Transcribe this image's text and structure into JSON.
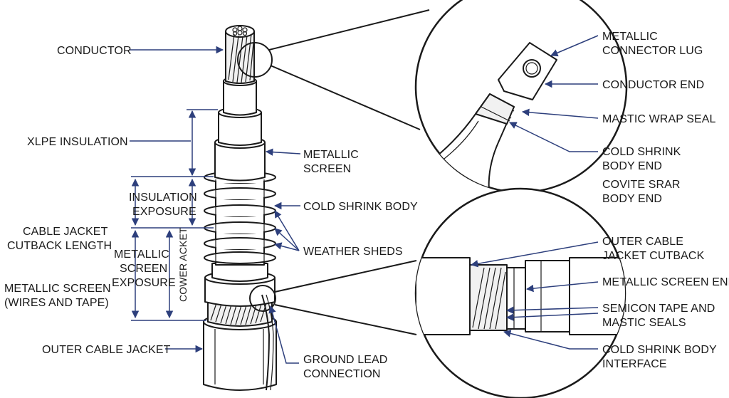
{
  "labels": {
    "conductor": "CONDUCTOR",
    "xlpe_insulation": "XLPE INSULATION",
    "insulation_exposure_1": "INSULATION",
    "insulation_exposure_2": "EXPOSURE",
    "cable_jacket_cutback_1": "CABLE JACKET",
    "cable_jacket_cutback_2": "CUTBACK LENGTH",
    "metallic_screen_exposure_1": "METALLIC",
    "metallic_screen_exposure_2": "SCREEN",
    "metallic_screen_exposure_3": "EXPOSURE",
    "metallic_screen_wires_1": "METALLIC SCREEN",
    "metallic_screen_wires_2": "(WIRES AND TAPE)",
    "outer_cable_jacket": "OUTER CABLE JACKET",
    "cower_acket": "COWER ACKET",
    "metallic_screen_1": "METALLIC",
    "metallic_screen_2": "SCREEN",
    "cold_shrink_body": "COLD SHRINK BODY",
    "weather_sheds": "WEATHER SHEDS",
    "ground_lead_1": "GROUND LEAD",
    "ground_lead_2": "CONNECTION",
    "metallic_connector_lug_1": "METALLIC",
    "metallic_connector_lug_2": "CONNECTOR LUG",
    "conductor_end": "CONDUCTOR END",
    "mastic_wrap_seal": "MASTIC WRAP SEAL",
    "cold_shrink_body_end_1": "COLD SHRINK",
    "cold_shrink_body_end_2": "BODY END",
    "covite_srar_1": "COVITE SRAR",
    "covite_srar_2": "BODY END",
    "outer_jacket_cutback_1": "OUTER CABLE",
    "outer_jacket_cutback_2": "JACKET CUTBACK",
    "metallic_screen_end": "METALLIC SCREEN END",
    "semicon_tape_1": "SEMICON TAPE AND",
    "semicon_tape_2": "MASTIC SEALS",
    "cold_shrink_interface_1": "COLD SHRINK BODY",
    "cold_shrink_interface_2": "INTERFACE"
  },
  "colors": {
    "leader_lines": "#2d3f7c",
    "outline": "#1a1a1a",
    "text": "#1a1a1a"
  }
}
